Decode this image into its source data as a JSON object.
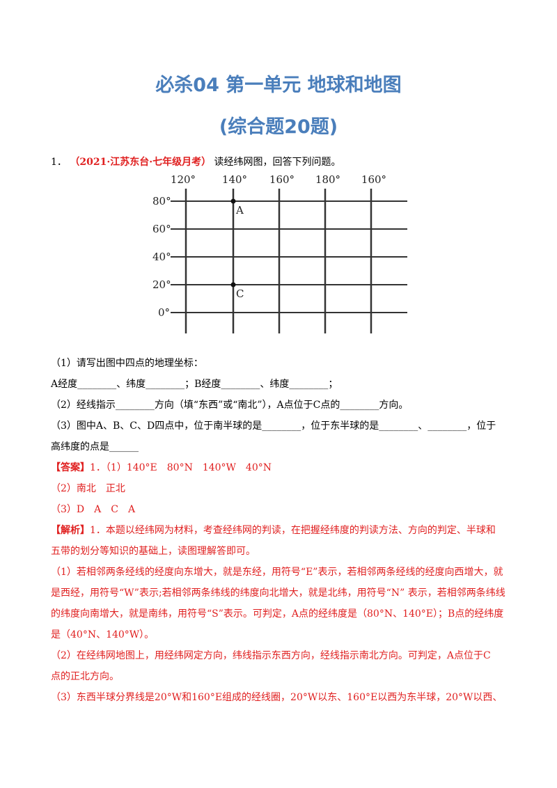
{
  "title": "必杀04  第一单元 地球和地图",
  "subtitle": "(综合题20题)",
  "q1": {
    "num": "1．",
    "source": "（2021·江苏东台·七年级月考）",
    "stem": "读经纬网图，回答下列问题。",
    "map": {
      "lon_labels": [
        "120°",
        "140°",
        "160°",
        "180°",
        "160°"
      ],
      "lat_labels": [
        "80°",
        "60°",
        "40°",
        "20°",
        "0°"
      ],
      "points": [
        {
          "label": "A",
          "lon": "140°",
          "lat": "80°"
        },
        {
          "label": "C",
          "lon": "140°",
          "lat": "20°"
        }
      ]
    },
    "sub1": "（1）请写出图中四点的地理坐标：",
    "sub1_blanks": "A经度________、纬度________；B经度________、纬度________；",
    "sub2": "（2）经线指示________方向（填“东西”或“南北”），A点位于C点的________方向。",
    "sub3": "（3）图中A、B、C、D四点中，位于南半球的是________，位于东半球的是________、________，位于",
    "sub3_cont": "高纬度的点是______",
    "answer_tag": "【答案】",
    "answer1": "1．（1）140°E　80°N　140°W　40°N",
    "answer2": "（2）南北　正北",
    "answer3": "（3）D　A　C　A",
    "analysis_tag": "【解析】",
    "analysis_lines": [
      "1．本题以经纬网为材料，考查经纬网的判读，在把握经纬度的判读方法、方向的判定、半球和",
      "五带的划分等知识的基础上，读图理解答即可。",
      "（1）若相邻两条经线的经度向东增大，就是东经，用符号“E”表示，若相邻两条经线的经度向西增大，就",
      "是西经，用符号“W”表示;若相邻两条纬线的纬度向北增大，就是北纬，用符号“N” 表示，若相邻两条纬线",
      "的纬度向南增大，就是南纬，用符号“S”表示。可判定，A点的经纬度是（80°N、140°E）；B点的经纬度",
      "是（40°N、140°W）。",
      "（2）在经纬网地图上，用经纬网定方向，纬线指示东西方向，经线指示南北方向。可判定，A点位于C",
      "点的正北方向。",
      "（3）东西半球分界线是20°W和160°E组成的经线圈，20°W以东、160°E以西为东半球，20°W以西、"
    ]
  }
}
